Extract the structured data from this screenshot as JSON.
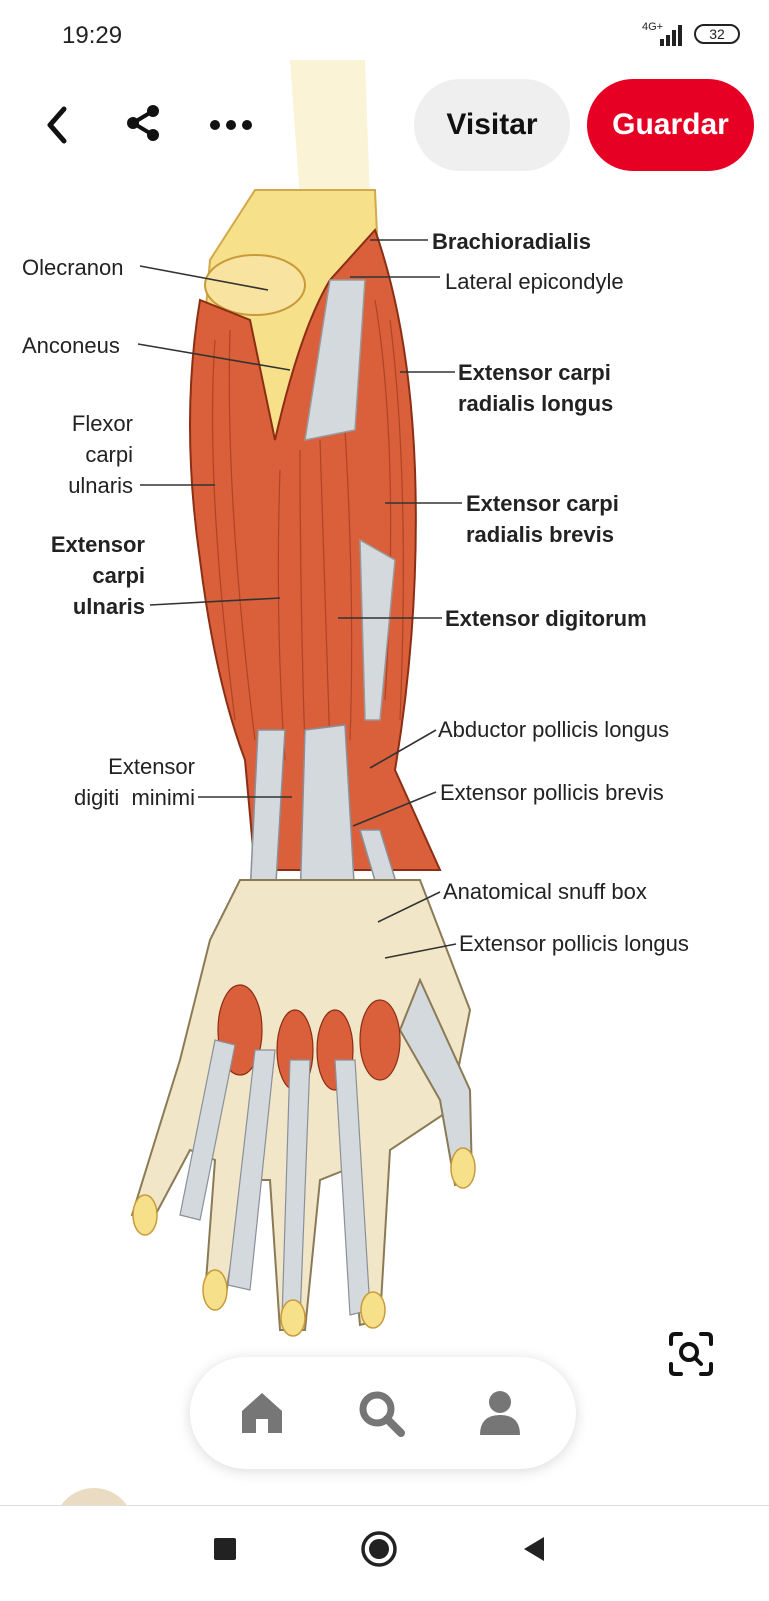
{
  "status_bar": {
    "time": "19:29",
    "network": "4G+",
    "battery": "32"
  },
  "top_bar": {
    "visit_label": "Visitar",
    "save_label": "Guardar"
  },
  "diagram_labels": {
    "brachioradialis": "Brachioradialis",
    "olecranon": "Olecranon",
    "lateral_epicondyle": "Lateral epicondyle",
    "anconeus": "Anconeus",
    "ecrl_line1": "Extensor carpi",
    "ecrl_line2": "radialis longus",
    "fcu_line1": "Flexor",
    "fcu_line2": "carpi",
    "fcu_line3": "ulnaris",
    "ecrb_line1": "Extensor carpi",
    "ecrb_line2": "radialis brevis",
    "ecu_line1": "Extensor",
    "ecu_line2": "carpi",
    "ecu_line3": "ulnaris",
    "extensor_digitorum": "Extensor digitorum",
    "abductor_pollicis_longus": "Abductor pollicis longus",
    "edm_line1": "Extensor",
    "edm_line2": "digiti  minimi",
    "extensor_pollicis_brevis": "Extensor pollicis brevis",
    "anatomical_snuff_box": "Anatomical snuff box",
    "extensor_pollicis_longus": "Extensor pollicis longus"
  },
  "icons": {
    "back": "chevron-left-icon",
    "share": "share-icon",
    "more": "more-horizontal-icon",
    "lens": "visual-search-icon",
    "home": "home-icon",
    "search": "search-icon",
    "profile": "profile-icon"
  },
  "colors": {
    "save_button": "#e60023",
    "muscle": "#d9603a",
    "bone": "#f7e08a",
    "tendon": "#d4d9de"
  }
}
